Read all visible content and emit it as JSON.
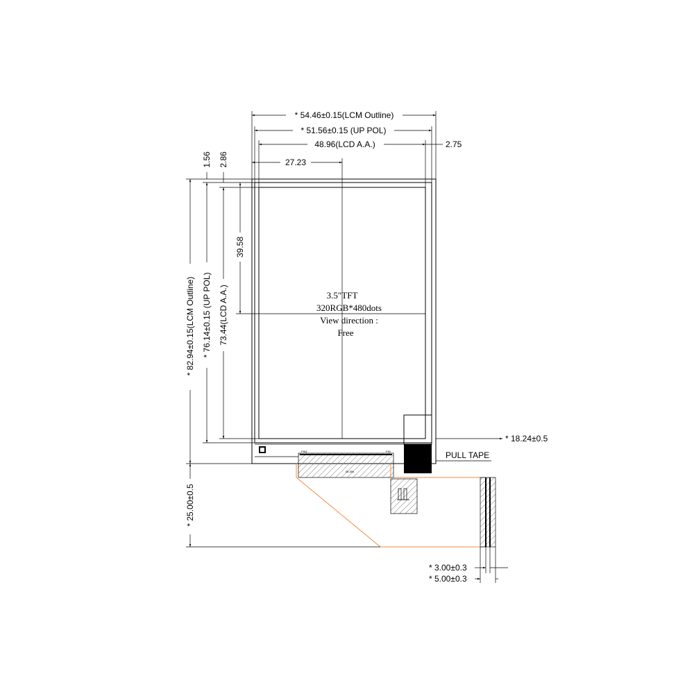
{
  "dimensions": {
    "lcm_outline_width": "* 54.46±0.15(LCM Outline)",
    "up_pol_width": "* 51.56±0.15 (UP POL)",
    "lcd_aa_width": "48.96(LCD A.A.)",
    "right_offset": "2.75",
    "center_x": "27.23",
    "top_offset_1": "1.56",
    "top_offset_2": "2.86",
    "center_y": "39.58",
    "lcm_outline_height": "* 82.94±0.15(LCM Outline)",
    "up_pol_height": "* 76.14±0.15 (UP POL)",
    "lcd_aa_height": "73.44(LCD A.A.)",
    "fpc_width": "* 18.24±0.5",
    "fpc_length": "* 25.00±0.5",
    "tape_width_1": "* 3.00±0.3",
    "tape_width_2": "* 5.00±0.3"
  },
  "labels": {
    "pull_tape": "PULL TAPE",
    "spec_line1": "3.5″TFT",
    "spec_line2": "320RGB*480dots",
    "spec_line3": "View direction :",
    "spec_line4": "Free"
  },
  "fpc_marks": {
    "pin_left": "PIN1",
    "pin_right": "PIN",
    "part_mark": "ML350"
  },
  "colors": {
    "line": "#000000",
    "fpc_outline": "#f08a40",
    "hatch": "#777777"
  }
}
